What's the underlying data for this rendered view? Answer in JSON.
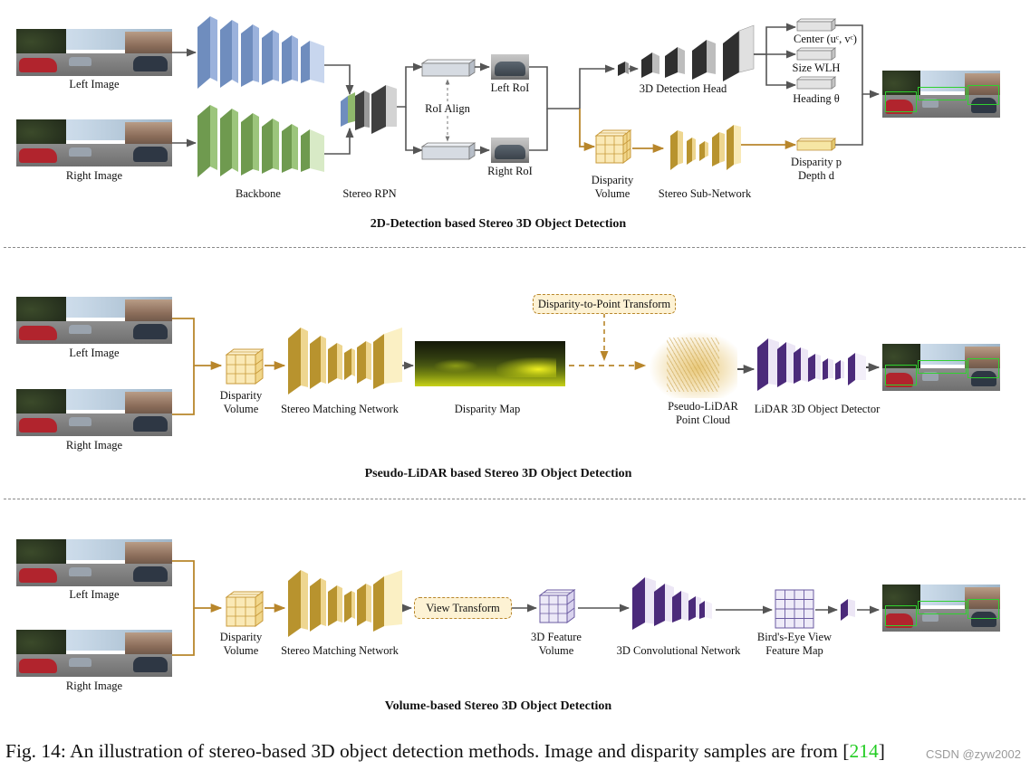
{
  "section1": {
    "title": "2D-Detection based Stereo 3D Object Detection",
    "left_image": "Left Image",
    "right_image": "Right Image",
    "backbone": "Backbone",
    "stereo_rpn": "Stereo RPN",
    "roi_align": "RoI Align",
    "left_roi": "Left RoI",
    "right_roi": "Right RoI",
    "detection_head": "3D Detection Head",
    "center": "Center (uᶜ, vᶜ)",
    "size": "Size WLH",
    "heading": "Heading θ",
    "disparity_depth": "Disparity p\nDepth d",
    "disparity_volume": "Disparity\nVolume",
    "stereo_subnet": "Stereo Sub-Network"
  },
  "section2": {
    "title": "Pseudo-LiDAR based Stereo 3D Object Detection",
    "left_image": "Left Image",
    "right_image": "Right Image",
    "disparity_volume": "Disparity\nVolume",
    "stereo_matching": "Stereo Matching Network",
    "disparity_map": "Disparity Map",
    "transform": "Disparity-to-Point Transform",
    "pseudo_lidar": "Pseudo-LiDAR\nPoint Cloud",
    "lidar_detector": "LiDAR 3D Object Detector"
  },
  "section3": {
    "title": "Volume-based Stereo 3D Object Detection",
    "left_image": "Left Image",
    "right_image": "Right Image",
    "disparity_volume": "Disparity\nVolume",
    "stereo_matching": "Stereo Matching Network",
    "view_transform": "View Transform",
    "feature_volume": "3D Feature\nVolume",
    "conv_net": "3D Convolutional Network",
    "bev_map": "Bird's-Eye View\nFeature Map"
  },
  "caption": {
    "text": "Fig. 14: An illustration of stereo-based 3D object detection methods. Image and disparity samples are from [",
    "ref": "214",
    "close": "]"
  },
  "watermark": "CSDN @zyw2002",
  "colors": {
    "arrow": "#555555",
    "gold": "#b8862b",
    "blue": "#8ea9d6",
    "green": "#8fb86c",
    "yellow": "#f3e6a0",
    "purple": "#4b2a7a"
  }
}
